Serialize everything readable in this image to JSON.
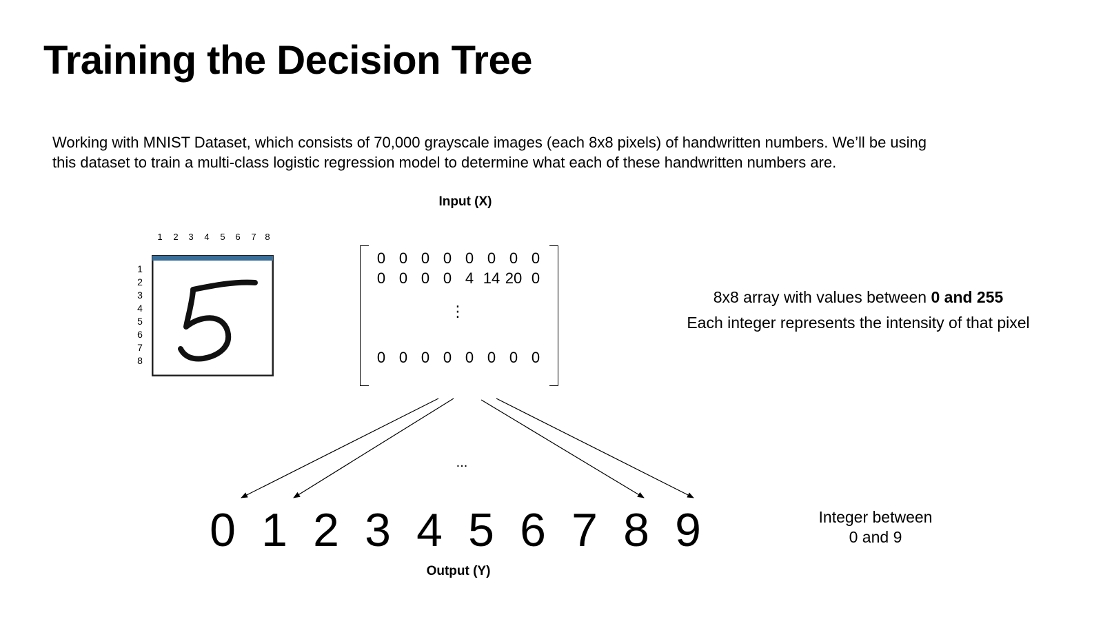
{
  "title": "Training the Decision Tree",
  "description": {
    "line1": "Working with MNIST Dataset, which consists of 70,000 grayscale images (each 8x8 pixels) of handwritten numbers. We’ll be using",
    "line2": "this dataset to train a multi-class logistic regression model to determine what each of these handwritten numbers are."
  },
  "input_label": "Input (X)",
  "output_label": "Output (Y)",
  "pixel_image": {
    "col_numbers": [
      "1",
      "2",
      "3",
      "4",
      "5",
      "6",
      "7",
      "8"
    ],
    "row_numbers": [
      "1",
      "2",
      "3",
      "4",
      "5",
      "6",
      "7",
      "8"
    ],
    "digit_shown": "5"
  },
  "matrix": {
    "row1": [
      "0",
      "0",
      "0",
      "0",
      "0",
      "0",
      "0",
      "0"
    ],
    "row2": [
      "0",
      "0",
      "0",
      "0",
      "4",
      "14",
      "20",
      "0"
    ],
    "row_last": [
      "0",
      "0",
      "0",
      "0",
      "0",
      "0",
      "0",
      "0"
    ],
    "vdots": "⋮"
  },
  "array_note": {
    "line1_prefix": "8x8 array with values between ",
    "line1_bold": "0 and 255",
    "line2": "Each integer represents the intensity of that pixel"
  },
  "ellipsis": "...",
  "outputs": [
    "0",
    "1",
    "2",
    "3",
    "4",
    "5",
    "6",
    "7",
    "8",
    "9"
  ],
  "integer_note": {
    "line1": "Integer between",
    "line2": "0 and 9"
  }
}
